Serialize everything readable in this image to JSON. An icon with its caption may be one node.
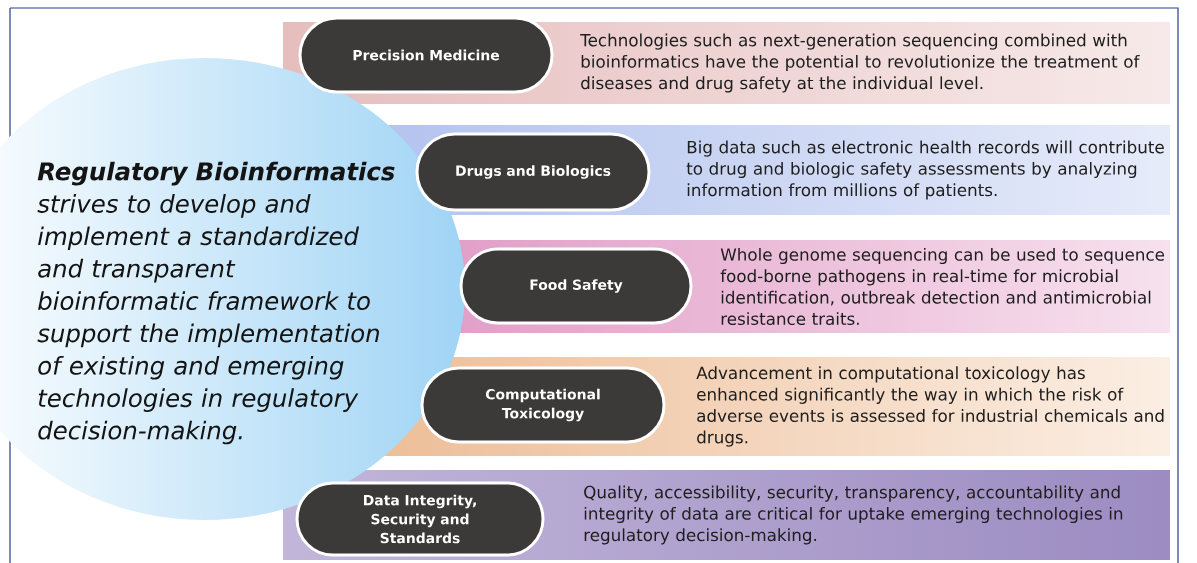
{
  "diagram": {
    "nodes": [
      {
        "text": [
          "**Regulatory Bioinformatics** strives to develop and implement a standardized and transparent bioinformatic framework to support the implementation of existing and emerging technologies in regulatory decision-making."
        ]
      },
      {
        "text": [
          "Technologies such as next-generation sequencing combined with bioinformatics have the potential to revolutionize the treatment of diseases and drug safety at the individual level."
        ]
      },
      {
        "text": [
          "Precision Medicine"
        ]
      },
      {
        "text": [
          "Big data such as electronic health records will contribute to drug and biologic safety assessments by analyzing information from millions of patients."
        ]
      },
      {
        "text": [
          "Drugs and Biologics"
        ]
      },
      {
        "text": [
          "Whole genome sequencing can be used to sequence food-borne pathogens in real-time for microbial identification, outbreak detection and antimicrobial resistance traits."
        ]
      },
      {
        "text": [
          "Food Safety"
        ]
      },
      {
        "text": [
          "Advancement in computational toxicology has enhanced significantly the way in which the risk of adverse events is assessed for industrial chemicals and drugs."
        ]
      },
      {
        "text": [
          "Computational Toxicology"
        ]
      },
      {
        "text": [
          "Quality, accessibility, security, transparency, accountability and integrity of data are critical for uptake emerging technologies in regulatory decision-making."
        ]
      },
      {
        "text": [
          "Data Integrity, Security and Standards"
        ]
      }
    ]
  }
}
